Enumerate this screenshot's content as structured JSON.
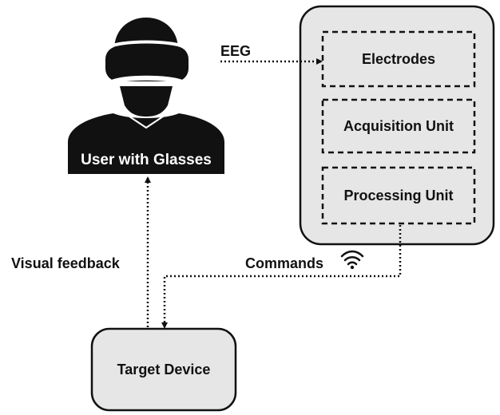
{
  "user": {
    "label": "User with Glasses"
  },
  "arrows": {
    "eeg_label": "EEG",
    "visual_feedback_label": "Visual feedback",
    "commands_label": "Commands"
  },
  "processing_system": {
    "modules": [
      "Electrodes",
      "Acquisition Unit",
      "Processing Unit"
    ]
  },
  "target_device": {
    "label": "Target Device"
  },
  "icons": {
    "wireless": "wifi-icon",
    "user": "user-with-vr-glasses-icon"
  },
  "colors": {
    "box_fill": "#e6e6e6",
    "figure": "#111111",
    "line": "#111111",
    "background": "#ffffff"
  }
}
